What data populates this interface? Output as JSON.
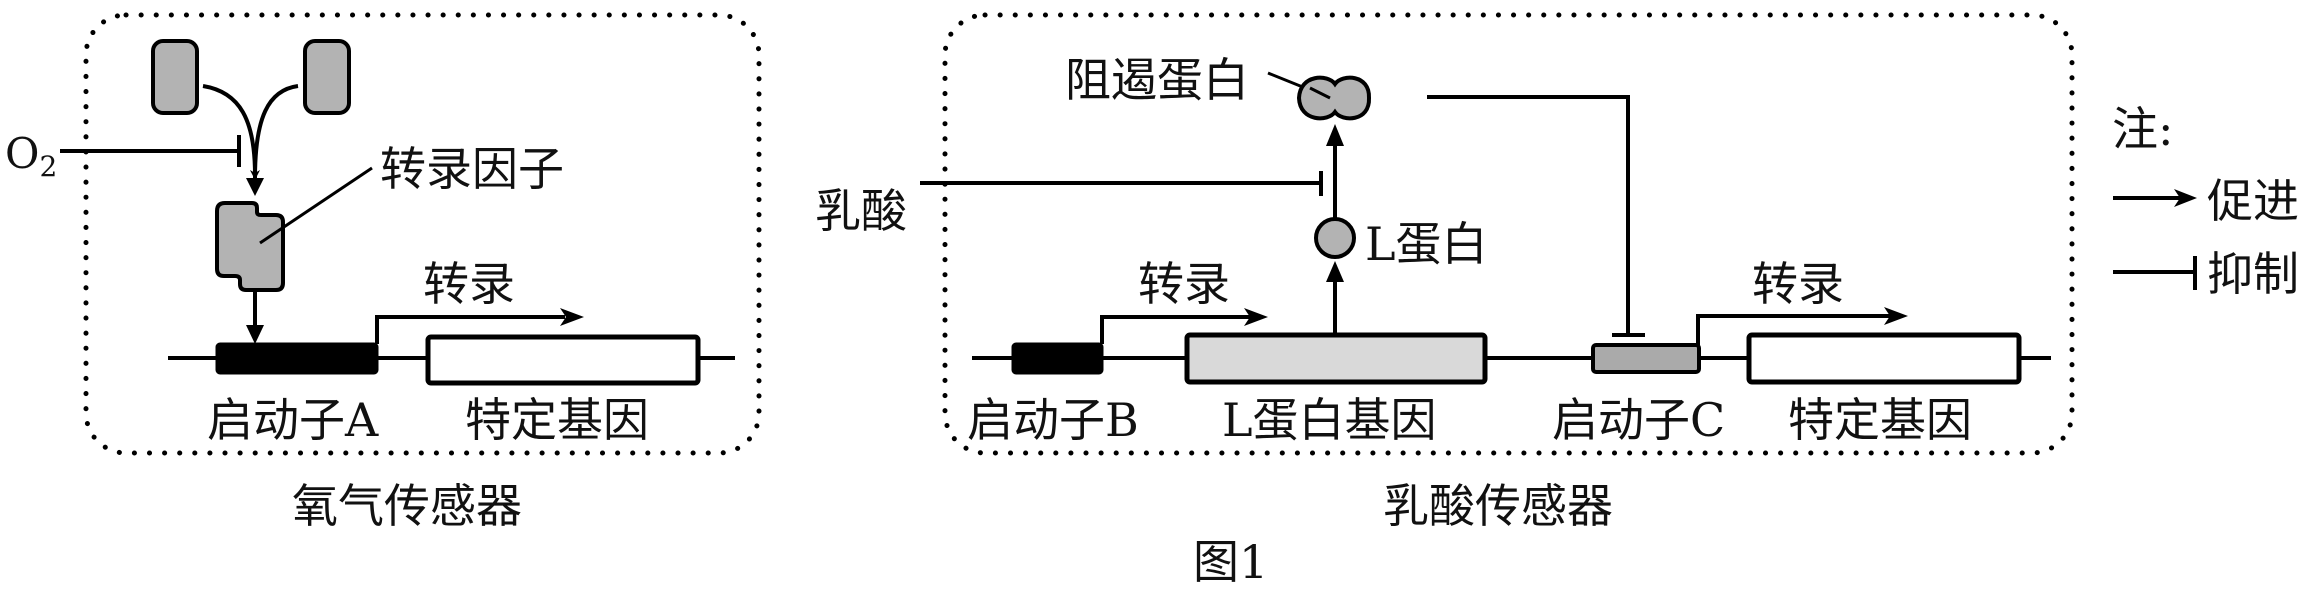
{
  "figure_caption": "图1",
  "colors": {
    "line": "#000000",
    "protein_fill": "#b3b3b3",
    "promoter_a_fill": "#000000",
    "promoter_b_fill": "#000000",
    "promoter_c_fill": "#aaaaaa",
    "l_gene_fill": "#d9d9d9",
    "target_gene_fill": "#ffffff"
  },
  "oxygen_sensor": {
    "title": "氧气传感器",
    "input_label": "O",
    "input_subscript": "2",
    "transcription_factor_label": "转录因子",
    "transcription_label": "转录",
    "promoter_label": "启动子A",
    "gene_label": "特定基因"
  },
  "lactate_sensor": {
    "title": "乳酸传感器",
    "input_label": "乳酸",
    "repressor_label": "阻遏蛋白",
    "l_protein_label": "L蛋白",
    "transcription_label_1": "转录",
    "transcription_label_2": "转录",
    "promoter_b_label": "启动子B",
    "l_gene_label": "L蛋白基因",
    "promoter_c_label": "启动子C",
    "gene_label": "特定基因"
  },
  "legend": {
    "title": "注:",
    "items": [
      {
        "symbol": "arrow",
        "label": "促进"
      },
      {
        "symbol": "inhibit",
        "label": "抑制"
      }
    ]
  }
}
